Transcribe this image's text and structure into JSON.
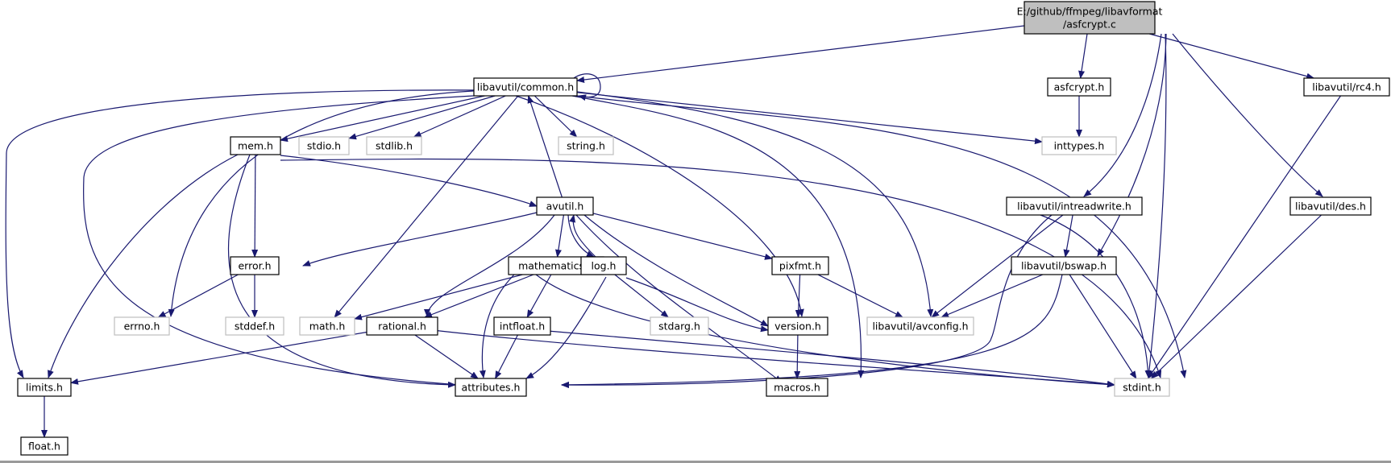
{
  "colors": {
    "edge": "#191970",
    "node_border": "#000000",
    "system_node_border": "#bfbfbf",
    "root_fill": "#bfbfbf",
    "system_text": "#555555"
  },
  "nodes": [
    {
      "id": "asfcrypt_c",
      "lines": [
        "E:/github/ffmpeg/libavformat",
        "/asfcrypt.c"
      ],
      "kind": "root"
    },
    {
      "id": "common",
      "lines": [
        "libavutil/common.h"
      ],
      "kind": "normal"
    },
    {
      "id": "asfcrypt_h",
      "lines": [
        "asfcrypt.h"
      ],
      "kind": "normal"
    },
    {
      "id": "rc4",
      "lines": [
        "libavutil/rc4.h"
      ],
      "kind": "normal"
    },
    {
      "id": "mem",
      "lines": [
        "mem.h"
      ],
      "kind": "normal"
    },
    {
      "id": "stdio",
      "lines": [
        "stdio.h"
      ],
      "kind": "system"
    },
    {
      "id": "stdlib",
      "lines": [
        "stdlib.h"
      ],
      "kind": "system"
    },
    {
      "id": "string",
      "lines": [
        "string.h"
      ],
      "kind": "system"
    },
    {
      "id": "inttypes",
      "lines": [
        "inttypes.h"
      ],
      "kind": "system"
    },
    {
      "id": "avutil",
      "lines": [
        "avutil.h"
      ],
      "kind": "normal"
    },
    {
      "id": "intreadwrite",
      "lines": [
        "libavutil/intreadwrite.h"
      ],
      "kind": "normal"
    },
    {
      "id": "des",
      "lines": [
        "libavutil/des.h"
      ],
      "kind": "normal"
    },
    {
      "id": "error",
      "lines": [
        "error.h"
      ],
      "kind": "normal"
    },
    {
      "id": "mathematics",
      "lines": [
        "mathematics.h"
      ],
      "kind": "normal"
    },
    {
      "id": "log",
      "lines": [
        "log.h"
      ],
      "kind": "normal"
    },
    {
      "id": "pixfmt",
      "lines": [
        "pixfmt.h"
      ],
      "kind": "normal"
    },
    {
      "id": "bswap",
      "lines": [
        "libavutil/bswap.h"
      ],
      "kind": "normal"
    },
    {
      "id": "errno",
      "lines": [
        "errno.h"
      ],
      "kind": "system"
    },
    {
      "id": "stddef",
      "lines": [
        "stddef.h"
      ],
      "kind": "system"
    },
    {
      "id": "math",
      "lines": [
        "math.h"
      ],
      "kind": "system"
    },
    {
      "id": "rational",
      "lines": [
        "rational.h"
      ],
      "kind": "normal"
    },
    {
      "id": "intfloat",
      "lines": [
        "intfloat.h"
      ],
      "kind": "normal"
    },
    {
      "id": "stdarg",
      "lines": [
        "stdarg.h"
      ],
      "kind": "system"
    },
    {
      "id": "version",
      "lines": [
        "version.h"
      ],
      "kind": "normal"
    },
    {
      "id": "avconfig",
      "lines": [
        "libavutil/avconfig.h"
      ],
      "kind": "system"
    },
    {
      "id": "limits",
      "lines": [
        "limits.h"
      ],
      "kind": "normal"
    },
    {
      "id": "attributes",
      "lines": [
        "attributes.h"
      ],
      "kind": "normal"
    },
    {
      "id": "macros",
      "lines": [
        "macros.h"
      ],
      "kind": "normal"
    },
    {
      "id": "stdint",
      "lines": [
        "stdint.h"
      ],
      "kind": "system"
    },
    {
      "id": "float",
      "lines": [
        "float.h"
      ],
      "kind": "normal"
    }
  ],
  "edges": [
    [
      "asfcrypt_c",
      "common"
    ],
    [
      "asfcrypt_c",
      "asfcrypt_h"
    ],
    [
      "asfcrypt_c",
      "rc4"
    ],
    [
      "asfcrypt_c",
      "intreadwrite"
    ],
    [
      "asfcrypt_c",
      "bswap"
    ],
    [
      "asfcrypt_c",
      "des"
    ],
    [
      "asfcrypt_c",
      "stdint"
    ],
    [
      "common",
      "common"
    ],
    [
      "common",
      "mem"
    ],
    [
      "common",
      "stdio"
    ],
    [
      "common",
      "stdlib"
    ],
    [
      "common",
      "string"
    ],
    [
      "common",
      "inttypes"
    ],
    [
      "common",
      "errno"
    ],
    [
      "common",
      "math"
    ],
    [
      "common",
      "limits"
    ],
    [
      "common",
      "attributes"
    ],
    [
      "common",
      "version"
    ],
    [
      "common",
      "macros"
    ],
    [
      "common",
      "avconfig"
    ],
    [
      "common",
      "stdint"
    ],
    [
      "asfcrypt_h",
      "inttypes"
    ],
    [
      "rc4",
      "stdint"
    ],
    [
      "des",
      "stdint"
    ],
    [
      "mem",
      "avutil"
    ],
    [
      "mem",
      "error"
    ],
    [
      "mem",
      "limits"
    ],
    [
      "mem",
      "attributes"
    ],
    [
      "mem",
      "stdint"
    ],
    [
      "avutil",
      "common"
    ],
    [
      "avutil",
      "error"
    ],
    [
      "avutil",
      "mathematics"
    ],
    [
      "avutil",
      "log"
    ],
    [
      "avutil",
      "pixfmt"
    ],
    [
      "avutil",
      "rational"
    ],
    [
      "avutil",
      "version"
    ],
    [
      "avutil",
      "macros"
    ],
    [
      "error",
      "errno"
    ],
    [
      "error",
      "stddef"
    ],
    [
      "mathematics",
      "math"
    ],
    [
      "mathematics",
      "rational"
    ],
    [
      "mathematics",
      "intfloat"
    ],
    [
      "mathematics",
      "attributes"
    ],
    [
      "mathematics",
      "stdint"
    ],
    [
      "log",
      "avutil"
    ],
    [
      "log",
      "stdarg"
    ],
    [
      "log",
      "version"
    ],
    [
      "log",
      "attributes"
    ],
    [
      "pixfmt",
      "version"
    ],
    [
      "pixfmt",
      "avconfig"
    ],
    [
      "intreadwrite",
      "bswap"
    ],
    [
      "intreadwrite",
      "avconfig"
    ],
    [
      "intreadwrite",
      "attributes"
    ],
    [
      "intreadwrite",
      "stdint"
    ],
    [
      "bswap",
      "avconfig"
    ],
    [
      "bswap",
      "attributes"
    ],
    [
      "bswap",
      "stdint"
    ],
    [
      "rational",
      "limits"
    ],
    [
      "rational",
      "attributes"
    ],
    [
      "rational",
      "stdint"
    ],
    [
      "intfloat",
      "attributes"
    ],
    [
      "intfloat",
      "stdint"
    ],
    [
      "version",
      "macros"
    ],
    [
      "limits",
      "float"
    ]
  ]
}
